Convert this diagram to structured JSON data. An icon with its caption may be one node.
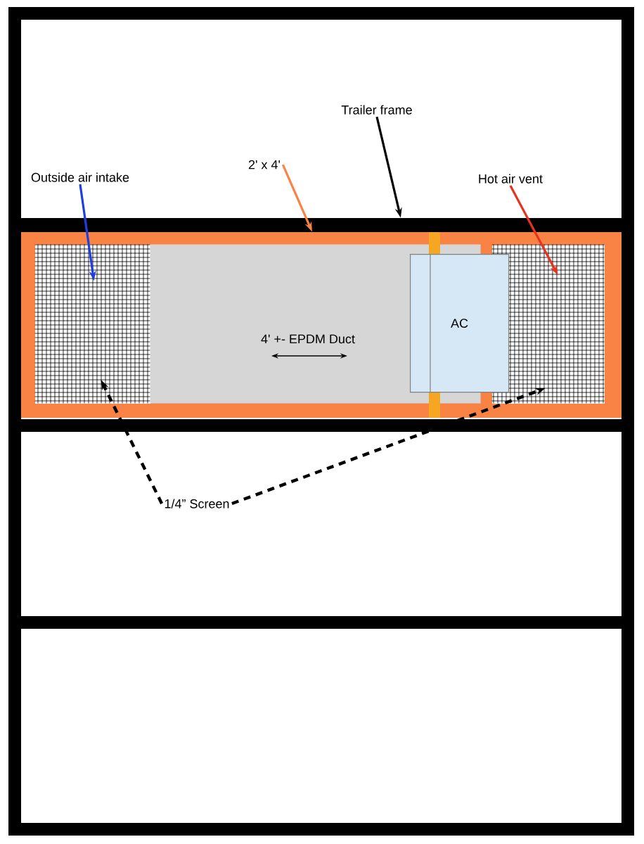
{
  "diagram": {
    "nodes": [
      {
        "text": [
          "Outside air intake"
        ]
      },
      {
        "text": [
          "2' x 4'"
        ]
      },
      {
        "text": [
          "Trailer frame"
        ]
      },
      {
        "text": [
          "Hot air vent"
        ]
      },
      {
        "text": [
          "1/4” Screen"
        ]
      },
      {
        "text": [],
        "shape": "box",
        "in": 7
      },
      {
        "text": [],
        "shape": "box",
        "in": 7
      },
      {
        "text": [],
        "shape": "box"
      },
      {
        "text": [],
        "shape": "bar"
      },
      {
        "text": [
          "4' +- EPDM Duct"
        ],
        "in": 7
      },
      {
        "text": [
          "AC"
        ],
        "in": 7
      }
    ],
    "edges": [
      {
        "from": 0,
        "to": 5,
        "arrow": "to",
        "color": "#1f3ee0"
      },
      {
        "from": 1,
        "to": 7,
        "arrow": "to",
        "color": "#f98345"
      },
      {
        "from": 2,
        "to": 8,
        "arrow": "to"
      },
      {
        "from": 3,
        "to": 6,
        "arrow": "to",
        "color": "#e8321e"
      },
      {
        "from": 4,
        "to": 5,
        "arrow": "to",
        "style": "dashed"
      },
      {
        "from": 4,
        "to": 6,
        "arrow": "to",
        "style": "dashed"
      }
    ]
  }
}
